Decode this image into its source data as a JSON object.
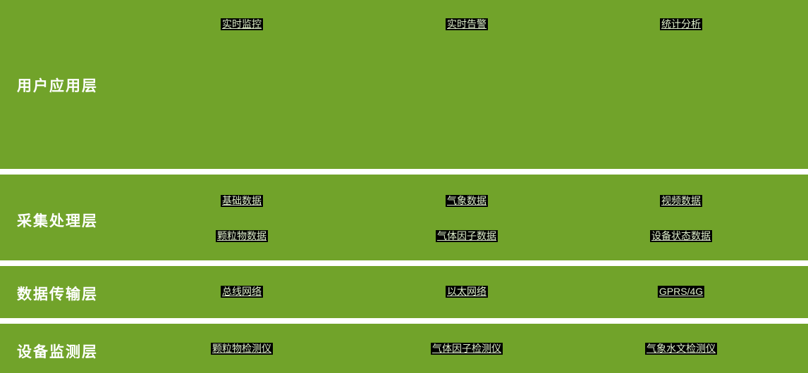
{
  "diagram": {
    "colors": {
      "band": "#71a32a",
      "chip_bg": "#000000",
      "chip_text": "#dcedc8",
      "label": "#ffffff",
      "background": "#ffffff"
    },
    "layers": [
      {
        "label": "用户应用层",
        "rows": [
          [
            "实时监控",
            "实时告警",
            "统计分析"
          ]
        ]
      },
      {
        "label": "采集处理层",
        "rows": [
          [
            "基础数据",
            "气象数据",
            "视频数据"
          ],
          [
            "颗粒物数据",
            "气体因子数据",
            "设备状态数据"
          ]
        ]
      },
      {
        "label": "数据传输层",
        "rows": [
          [
            "总线网络",
            "以太网络",
            "GPRS/4G"
          ]
        ]
      },
      {
        "label": "设备监测层",
        "rows": [
          [
            "颗粒物检测仪",
            "气体因子检测仪",
            "气象水文检测仪"
          ]
        ]
      }
    ]
  }
}
